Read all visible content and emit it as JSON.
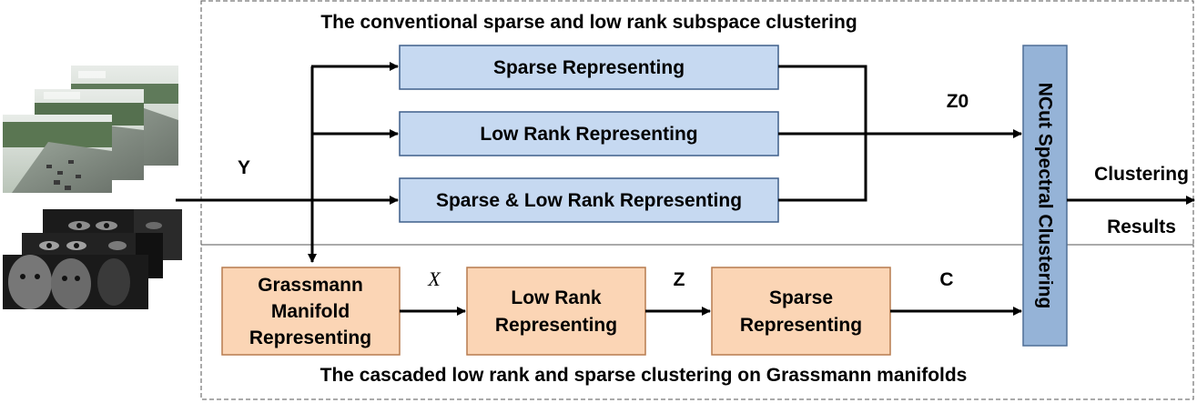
{
  "top_section": {
    "title": "The conventional sparse and low rank subspace clustering"
  },
  "bottom_section": {
    "title": "The cascaded low rank and sparse clustering on Grassmann manifolds"
  },
  "input_label": "Y",
  "top_boxes": {
    "sparse": "Sparse Representing",
    "low_rank": "Low Rank Representing",
    "sparse_low_rank": "Sparse & Low Rank Representing"
  },
  "bottom_boxes": {
    "grassmann": [
      "Grassmann",
      "Manifold",
      "Representing"
    ],
    "low_rank": [
      "Low Rank",
      "Representing"
    ],
    "sparse": [
      "Sparse",
      "Representing"
    ]
  },
  "edge_labels": {
    "z0": "Z0",
    "x": "X",
    "z": "Z",
    "c": "C"
  },
  "ncut_label": "NCut Spectral Clustering",
  "output_label": [
    "Clustering",
    "Results"
  ],
  "colors": {
    "blue_box": "#c6d9f1",
    "blue_border": "#3f5f8a",
    "orange_box": "#fbd5b5",
    "orange_border": "#b77b4e",
    "ncut_box": "#95b3d7",
    "ncut_border": "#4f6e96"
  }
}
